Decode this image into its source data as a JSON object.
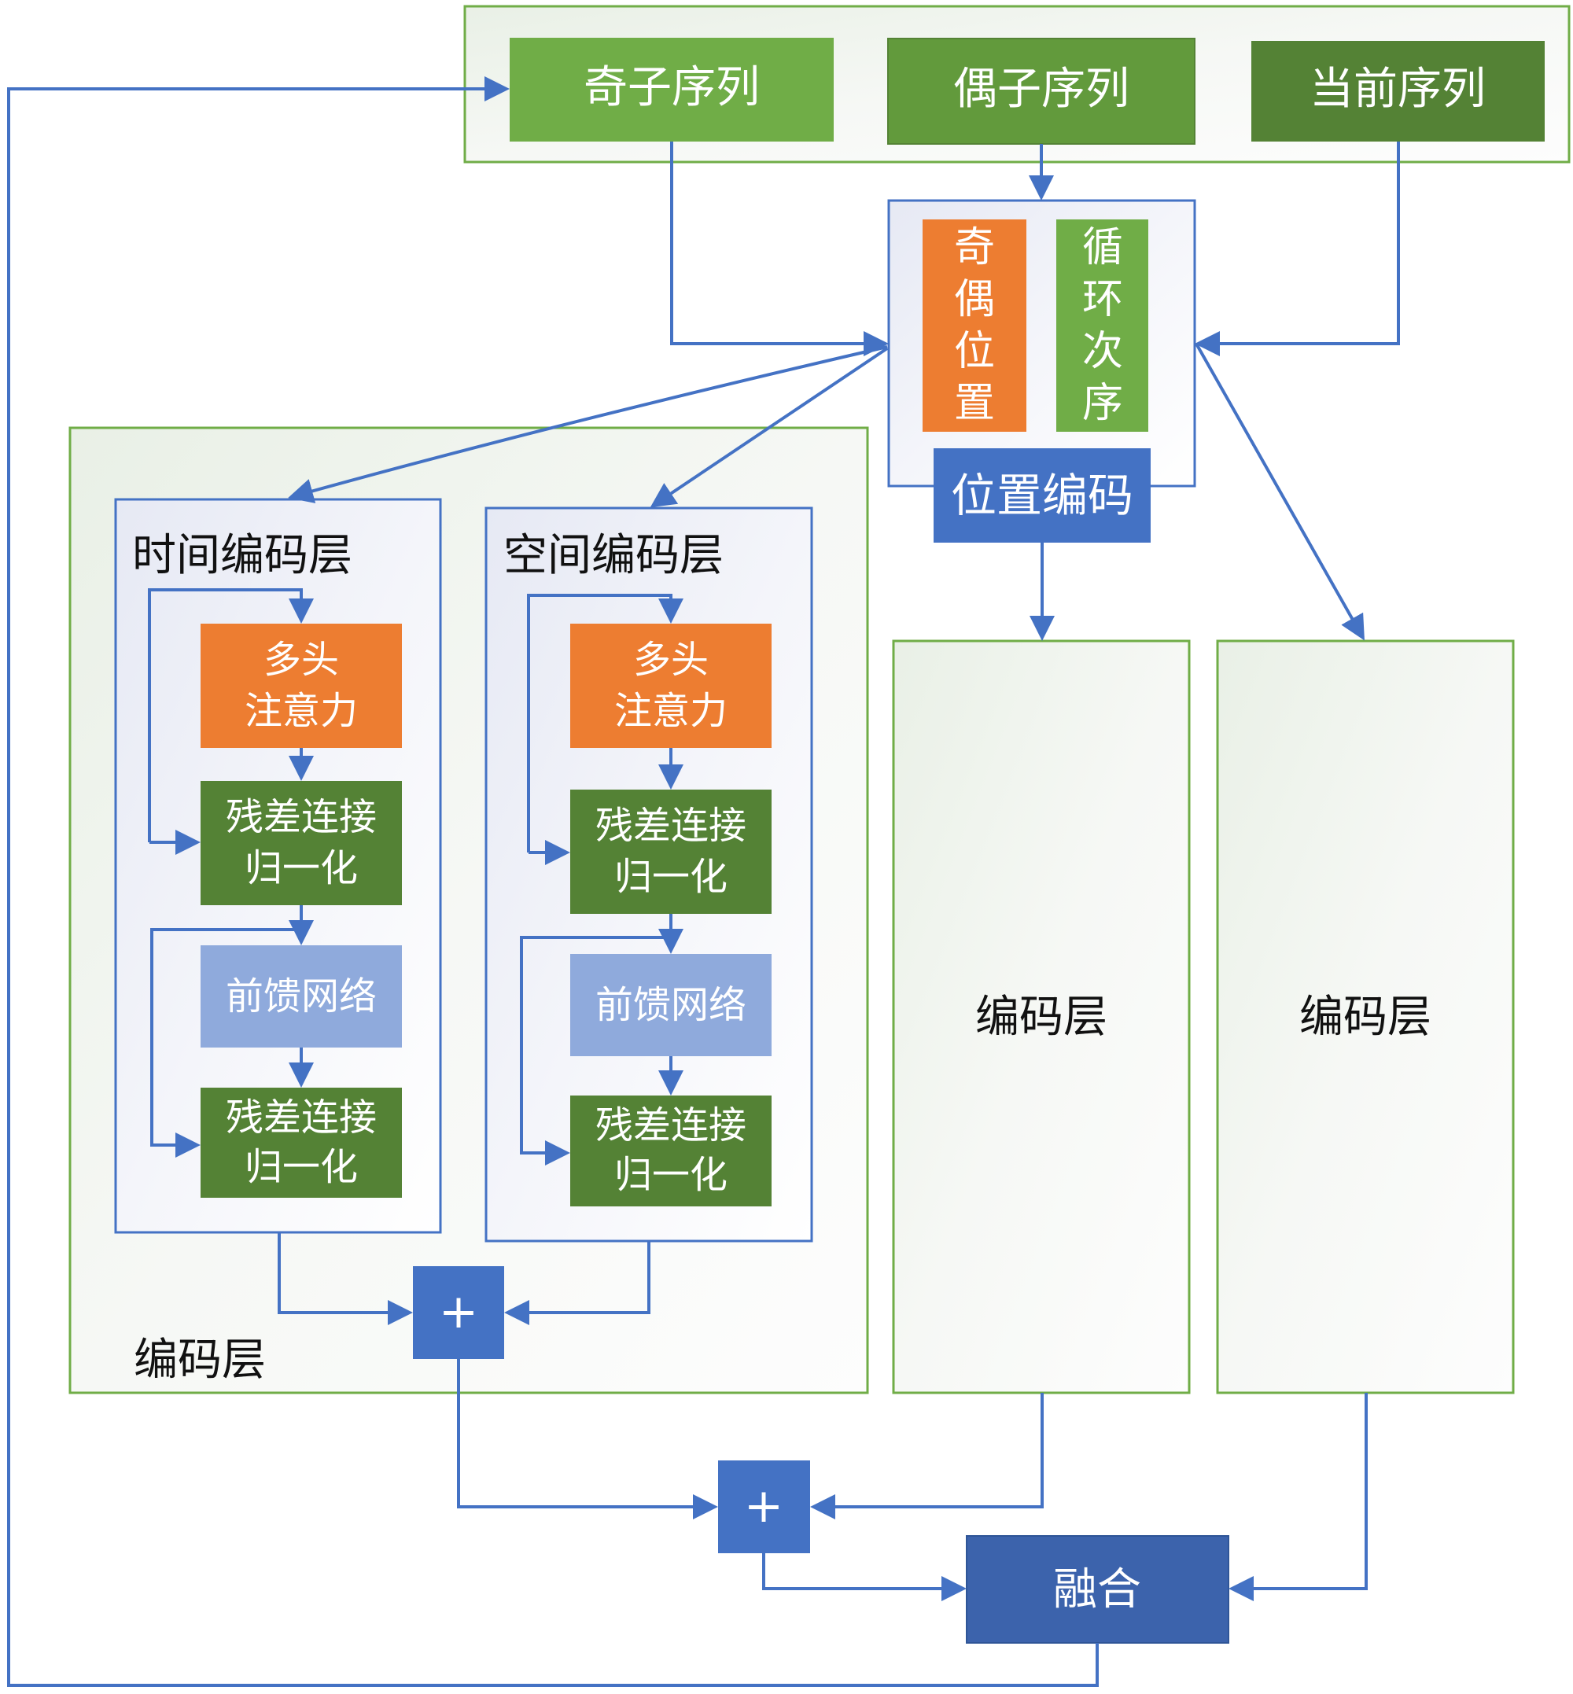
{
  "colors": {
    "odd_seq": "#70ad47",
    "even_seq": "#629a3c",
    "current_seq": "#548235",
    "orange": "#ed7d31",
    "green_light": "#70ad47",
    "green_dark": "#548235",
    "blue": "#4472c4",
    "blue_dark": "#3c63ac",
    "light_blue": "#8faadc",
    "edge": "#4472c4",
    "container_border": "#70ad47"
  },
  "inputs": {
    "odd_sequence": "奇子序列",
    "even_sequence": "偶子序列",
    "current_sequence": "当前序列"
  },
  "position": {
    "odd_even_position": [
      "奇",
      "偶",
      "位",
      "置"
    ],
    "cyclic_order": [
      "循",
      "环",
      "次",
      "序"
    ],
    "position_encoding": "位置编码"
  },
  "main_encoder": {
    "label": "编码层",
    "temporal": {
      "title": "时间编码层",
      "attention": [
        "多头",
        "注意力"
      ],
      "res_norm_1": [
        "残差连接",
        "归一化"
      ],
      "ffn": "前馈网络",
      "res_norm_2": [
        "残差连接",
        "归一化"
      ]
    },
    "spatial": {
      "title": "空间编码层",
      "attention": [
        "多头",
        "注意力"
      ],
      "res_norm_1": [
        "残差连接",
        "归一化"
      ],
      "ffn": "前馈网络",
      "res_norm_2": [
        "残差连接",
        "归一化"
      ]
    },
    "sum_symbol": "+"
  },
  "encoder_2": {
    "label": "编码层"
  },
  "encoder_3": {
    "label": "编码层"
  },
  "sum_2": {
    "symbol": "+"
  },
  "fusion": {
    "label": "融合"
  }
}
